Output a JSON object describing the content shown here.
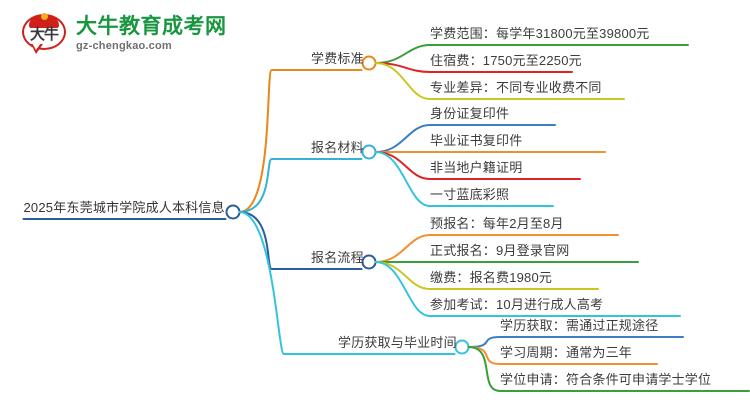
{
  "logo": {
    "mark_text": "大牛",
    "title": "大牛教育成考网",
    "subtitle": "gz-chengkao.com",
    "brand_green": "#1a9641",
    "brand_red": "#d0201a"
  },
  "mindmap": {
    "root": {
      "label": "2025年东莞城市学院成人本科信息",
      "color": "#2b5c9b"
    },
    "branches": [
      {
        "label": "学费标准",
        "color": "#e8871a",
        "children": [
          {
            "label": "学费范围：每学年31800元至39800元",
            "color": "#3a9e3a"
          },
          {
            "label": "住宿费：1750元至2250元",
            "color": "#e02222"
          },
          {
            "label": "专业差异：不同专业收费不同",
            "color": "#c8c81e"
          }
        ]
      },
      {
        "label": "报名材料",
        "color": "#33b4d6",
        "children": [
          {
            "label": "身份证复印件",
            "color": "#3a7fc1"
          },
          {
            "label": "毕业证书复印件",
            "color": "#f09030"
          },
          {
            "label": "非当地户籍证明",
            "color": "#e02222"
          },
          {
            "label": "一寸蓝底彩照",
            "color": "#33c4dd"
          }
        ]
      },
      {
        "label": "报名流程",
        "color": "#2b5c9b",
        "children": [
          {
            "label": "预报名：每年2月至8月",
            "color": "#f09030"
          },
          {
            "label": "正式报名：9月登录官网",
            "color": "#3a9e3a"
          },
          {
            "label": "缴费：报名费1980元",
            "color": "#c8c81e"
          },
          {
            "label": "参加考试：10月进行成人高考",
            "color": "#33c4dd"
          }
        ]
      },
      {
        "label": "学历获取与毕业时间",
        "color": "#33c4dd",
        "children": [
          {
            "label": "学历获取：需通过正规途径",
            "color": "#3a7fc1"
          },
          {
            "label": "学习周期：通常为三年",
            "color": "#f09030"
          },
          {
            "label": "学位申请：符合条件可申请学士学位",
            "color": "#3a9e3a"
          }
        ]
      }
    ]
  }
}
